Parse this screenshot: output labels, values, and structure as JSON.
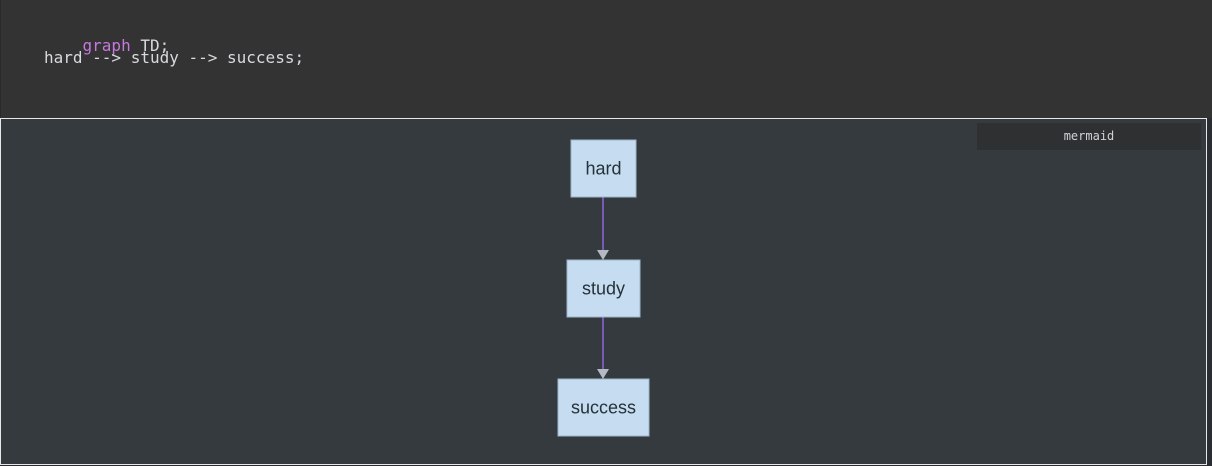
{
  "editor": {
    "line1": {
      "keyword": "graph",
      "rest": " TD;"
    },
    "line2": {
      "text": "hard --> study --> success;"
    }
  },
  "preview": {
    "language_label": "mermaid",
    "nodes": [
      {
        "id": "hard",
        "label": "hard"
      },
      {
        "id": "study",
        "label": "study"
      },
      {
        "id": "success",
        "label": "success"
      }
    ],
    "edges": [
      {
        "from": "hard",
        "to": "study"
      },
      {
        "from": "study",
        "to": "success"
      }
    ],
    "colors": {
      "node_fill": "#c5dcf1",
      "node_border": "#9fb4c8",
      "edge": "#8d63d6",
      "arrowhead": "#b3bac4",
      "preview_background": "#353a3f",
      "editor_background": "#333333"
    }
  }
}
